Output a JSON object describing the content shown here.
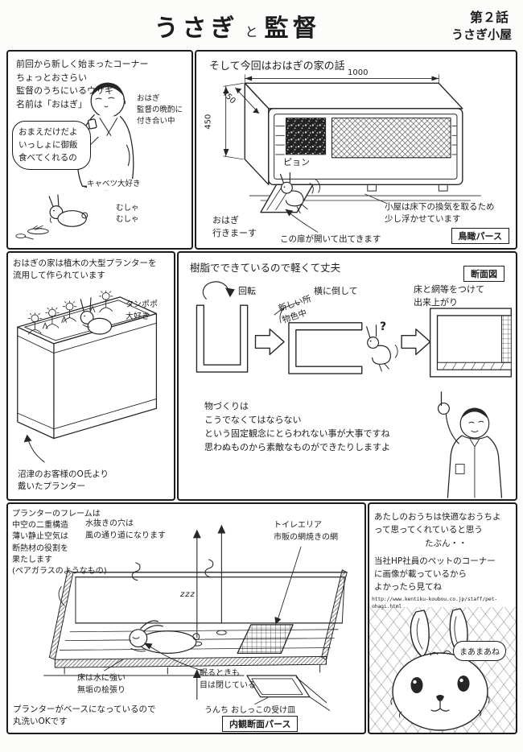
{
  "header": {
    "title_main": "うさぎ",
    "title_and": "と",
    "title_kantoku": "監督",
    "episode": "第２話",
    "episode_title": "うさぎ小屋"
  },
  "panel1": {
    "intro": "前回から新しく始まったコーナー\nちょっとおさらい\n監督のうちにいるウサギ\n名前は「おはぎ」",
    "caption_drinking": "おはぎ\n監督の晩酌に\n付き合い中",
    "speech_bubble": "おまえだけだよ\nいっしょに御飯\n食べてくれるの",
    "caption_cabbage": "キャベツ大好き",
    "sfx_munching": "むしゃ\nむしゃ"
  },
  "panel2": {
    "heading": "そして今回はおはぎの家の話",
    "dim_width": "1000",
    "dim_depth": "450",
    "dim_height": "450",
    "sfx_jump": "ピョン",
    "speech_ohagi": "おはぎ\n行きまーす",
    "caption_door": "この扉が開いて出てきます",
    "caption_vent": "小屋は床下の換気を取るため\n少し浮かせています",
    "view_label": "鳥瞰パース"
  },
  "panel3": {
    "heading": "おはぎの家は植木の大型プランターを\n流用して作られています",
    "caption_dandelion": "タンポポ\n大好き",
    "caption_source": "沼津のお客様のO氏より\n戴いたプランター"
  },
  "panel4": {
    "heading": "樹脂でできているので軽くて丈夫",
    "section_label": "断面図",
    "step_rotate": "回転",
    "step_tip_over": "横に倒して",
    "speech_new_place": "新しい所\n物色中",
    "question_mark": "?",
    "step_finish": "床と網等をつけて\n出来上がり",
    "moral_text": "物づくりは\nこうでなくてはならない\nという固定観念にとらわれない事が大事ですね\n思わぬものから素敵なものができたりしますよ"
  },
  "panel5": {
    "caption_frame": "プランターのフレームは\n中空の二重構造\n薄い静止空気は\n断熱材の役割を\n果たします\n(ペアガラスのようなもの)",
    "caption_drain": "水抜きの穴は\n風の通り道になります",
    "caption_toilet": "トイレエリア\n市販の網焼きの網",
    "sfx_sleep": "zzz",
    "caption_eyes": "眠るときも\n目は閉じている",
    "caption_floor": "床は水に強い\n無垢の桧張り",
    "caption_tray": "うんち おしっこの受け皿",
    "caption_washable": "プランターがベースになっているので\n丸洗いOKです",
    "view_label": "内観断面パース"
  },
  "panel6": {
    "monologue": "あたしのおうちは快適なおうちよ\nって思ってくれていると思う\n　　　　　　たぶん・・",
    "promo": "当社HP社員のペットのコーナー\nに画像が載っているから\nよかったら見てね",
    "url": "http://www.kentiku-koubou.co.jp/staff/pet-ohagi.html",
    "speech": "まあまあね"
  }
}
